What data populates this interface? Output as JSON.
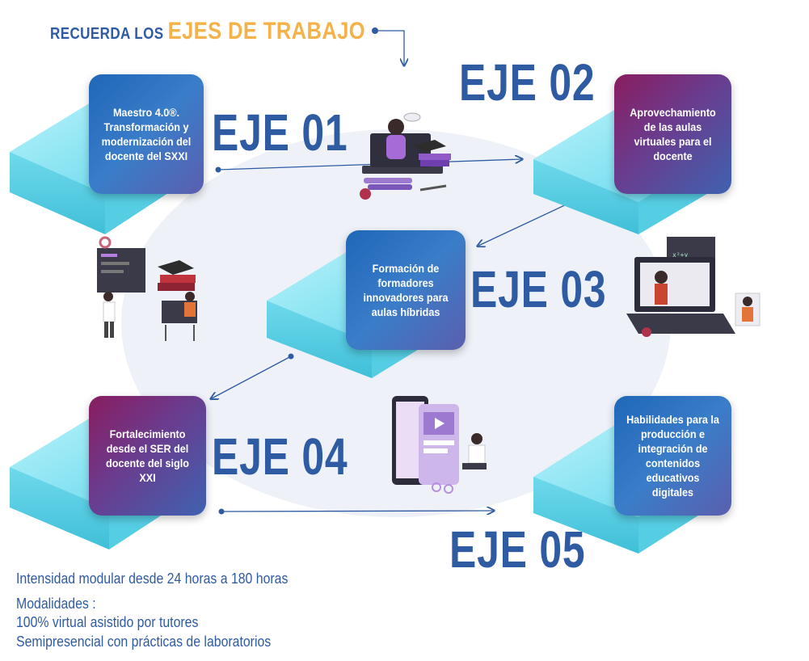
{
  "header": {
    "prefix": "RECUERDA LOS",
    "highlight": "EJES DE TRABAJO"
  },
  "ejes": [
    {
      "label": "EJE 01",
      "text": "Maestro 4.0®. Transformación y modernización del docente del SXXI"
    },
    {
      "label": "EJE 02",
      "text": "Aprovechamiento de las aulas virtuales para el docente"
    },
    {
      "label": "EJE 03",
      "text": "Formación de formadores innovadores para aulas híbridas"
    },
    {
      "label": "EJE 04",
      "text": "Fortalecimiento desde el SER del docente del siglo XXI"
    },
    {
      "label": "EJE 05",
      "text": "Habilidades para la producción e integración de contenidos educativos digitales"
    }
  ],
  "footer": {
    "intensity": "Intensidad modular desde 24 horas a 180 horas",
    "modalidades_title": "Modalidades :",
    "modalidad_1": "100% virtual asistido por tutores",
    "modalidad_2": "Semipresencial con prácticas de laboratorios"
  },
  "colors": {
    "eje_text": "#2f5ba3",
    "highlight": "#f5b24a",
    "cyan": "#7fe3f2",
    "purple": "#8a1c5f"
  }
}
